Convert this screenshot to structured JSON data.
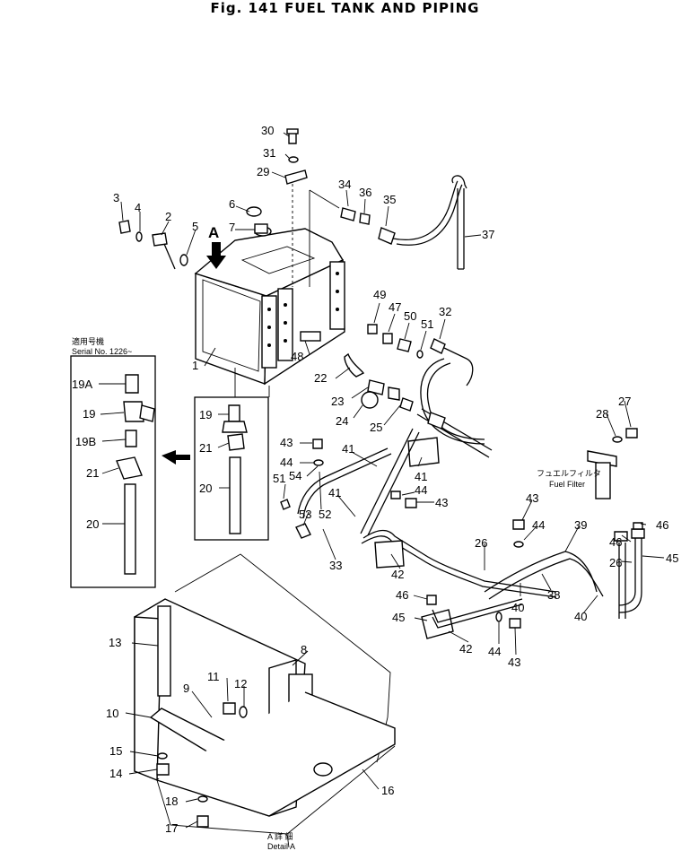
{
  "title": "Fig. 141   FUEL TANK AND PIPING",
  "serial_note": {
    "jp": "適用号機",
    "en": "Serial No. 1226~"
  },
  "fuel_filter_note": {
    "jp": "フュエルフィルタ",
    "en": "Fuel Filter"
  },
  "detail_note": {
    "jp": "A 詳 細",
    "en": "Detail A"
  },
  "view_arrow_label": "A",
  "callouts": {
    "c30": "30",
    "c31": "31",
    "c29": "29",
    "c3": "3",
    "c4": "4",
    "c2": "2",
    "c6": "6",
    "c7": "7",
    "c5": "5",
    "c34": "34",
    "c36": "36",
    "c35": "35",
    "c37": "37",
    "c1": "1",
    "c49": "49",
    "c47": "47",
    "c50": "50",
    "c51": "51",
    "c32": "32",
    "c48": "48",
    "c22": "22",
    "c23": "23",
    "c24": "24",
    "c25": "25",
    "c19A": "19A",
    "c19": "19",
    "c19B": "19B",
    "c21": "21",
    "c20": "20",
    "c19d": "19",
    "c21d": "21",
    "c20d": "20",
    "c43a": "43",
    "c44a": "44",
    "c54": "54",
    "c51b": "51",
    "c53": "53",
    "c52": "52",
    "c41a": "41",
    "c41b": "41",
    "c41c": "41",
    "c44b": "44",
    "c43b": "43",
    "c33": "33",
    "c42a": "42",
    "c28": "28",
    "c27": "27",
    "c43c": "43",
    "c44c": "44",
    "c39": "39",
    "c26a": "26",
    "c46a": "46",
    "c46b": "46",
    "c26b": "26",
    "c45a": "45",
    "c46c": "46",
    "c40a": "40",
    "c38": "38",
    "c40b": "40",
    "c45b": "45",
    "c42b": "42",
    "c44d": "44",
    "c43d": "43",
    "c13": "13",
    "c8": "8",
    "c11": "11",
    "c12": "12",
    "c9": "9",
    "c10": "10",
    "c15": "15",
    "c14": "14",
    "c18": "18",
    "c17": "17",
    "c16": "16"
  }
}
